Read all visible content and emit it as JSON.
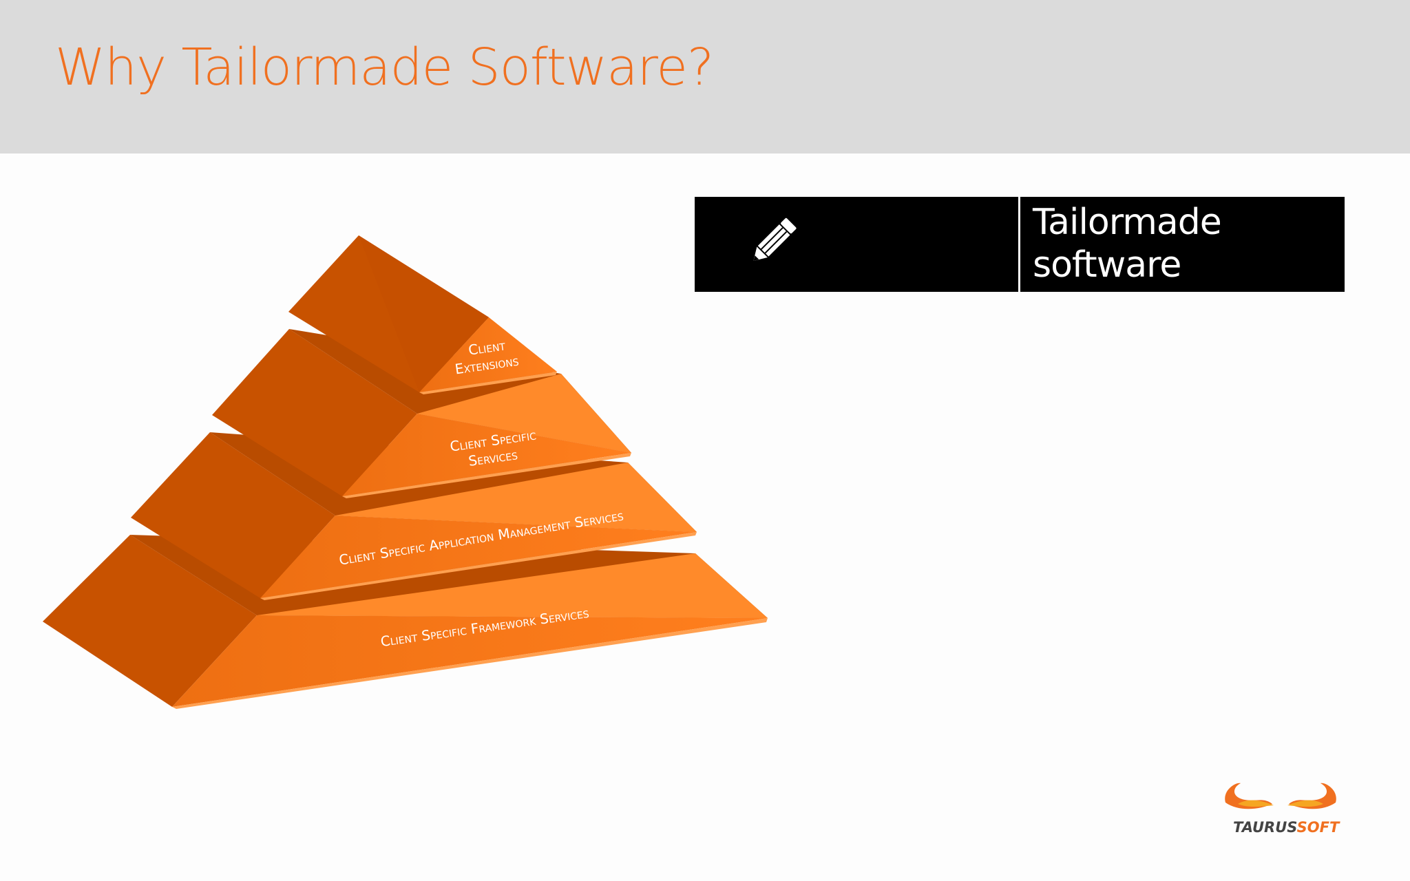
{
  "slide": {
    "title": "Why Tailormade Software?"
  },
  "feature_bar": {
    "icon": "pencil-icon",
    "label_line1": "Tailormade",
    "label_line2": "software"
  },
  "pyramid": {
    "tiers": [
      {
        "line1": "Client",
        "line2": "Extensions"
      },
      {
        "line1": "Client Specific",
        "line2": "Services"
      },
      {
        "line1": "Client Specific Application Management Services"
      },
      {
        "line1": "Client Specific Framework Services"
      }
    ]
  },
  "logo": {
    "part1": "TAURUS",
    "part2": "SOFT"
  },
  "colors": {
    "accent": "#f07020",
    "title_band": "#dbdbdb",
    "bar": "#000000",
    "pyramid_front": "#f07a1e",
    "pyramid_side": "#c85a0c"
  }
}
